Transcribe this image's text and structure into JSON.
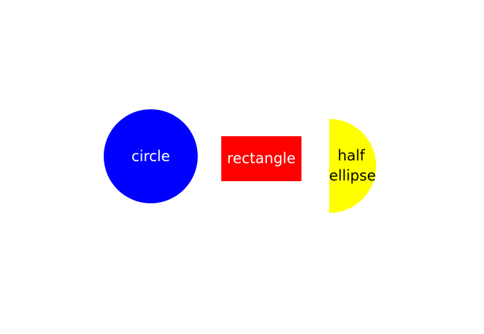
{
  "shapes": {
    "circle": {
      "label": "circle",
      "fill": "#0000ff",
      "text_color": "#ffffff"
    },
    "rectangle": {
      "label": "rectangle",
      "fill": "#ff0000",
      "text_color": "#ffffff"
    },
    "half_ellipse": {
      "label": "half\nellipse",
      "fill": "#ffff00",
      "text_color": "#000000"
    }
  }
}
